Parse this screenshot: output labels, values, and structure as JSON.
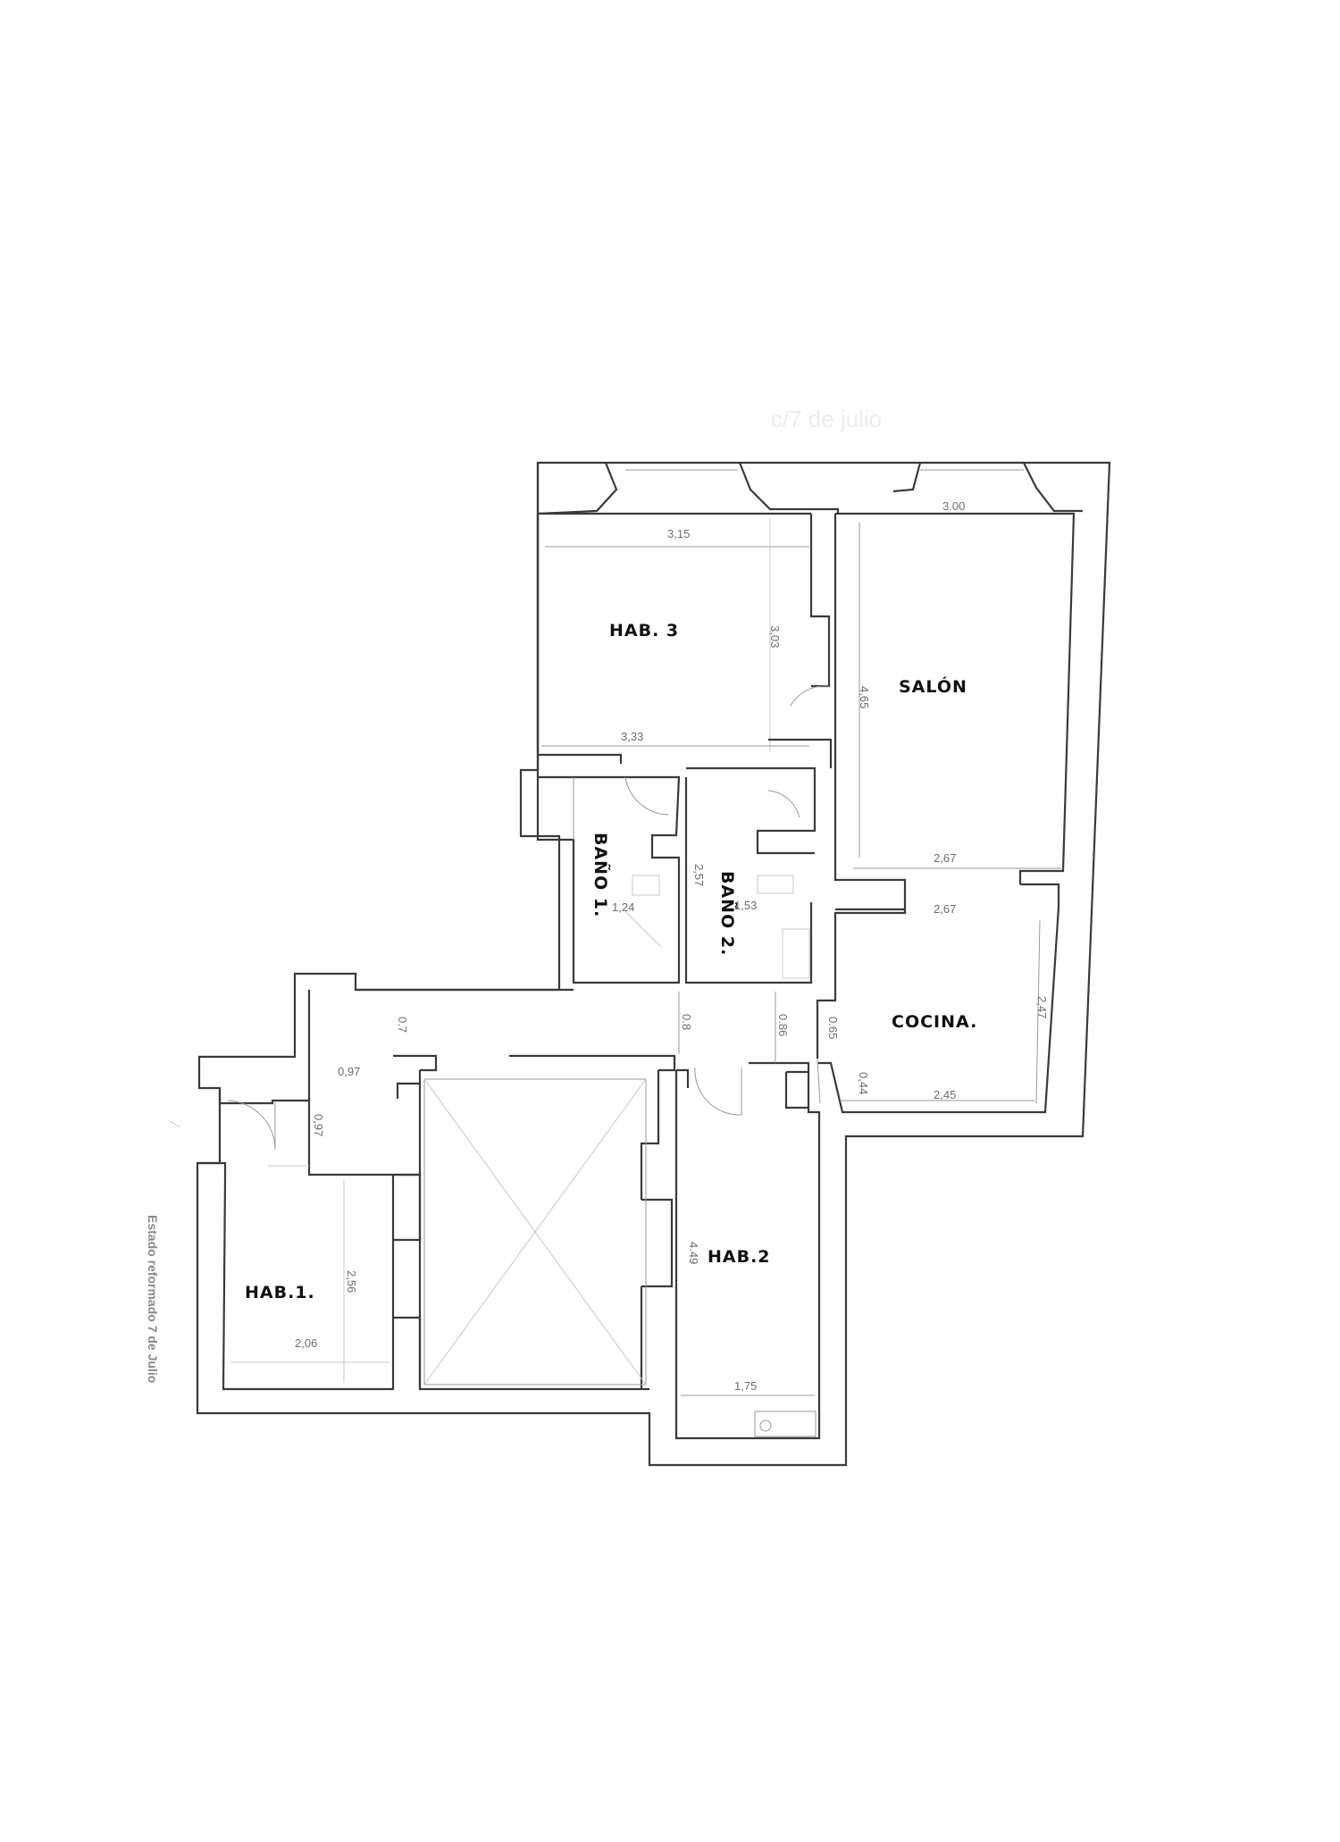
{
  "street_label": "c/7 de julio",
  "side_note": "Estado reformado 7 de Julio",
  "rooms": {
    "hab3": "HAB. 3",
    "salon": "SALÓN",
    "bano1": "BAÑO 1.",
    "bano2": "BAÑO 2.",
    "cocina": "COCINA.",
    "hab1": "HAB.1.",
    "hab2": "HAB.2"
  },
  "dimensions": {
    "hab3_top": "3,15",
    "hab3_side": "3,03",
    "hab3_bottom": "3,33",
    "salon_top": "3.00",
    "salon_side": "4,65",
    "salon_bottom": "2,67",
    "cocina_top": "2,67",
    "cocina_side": "2,47",
    "cocina_bottom": "2,45",
    "cocina_door": "0,44",
    "bano1_width": "1,24",
    "bano2_side": "2,57",
    "bano2_width": "1,53",
    "hall_a": "0.7",
    "hall_b": "0.8",
    "hall_c": "0.86",
    "hall_d": "0.65",
    "entry_w": "0,97",
    "entry_h": "0,97",
    "hab1_side": "2,56",
    "hab1_bottom": "2,06",
    "hab2_side": "4.49",
    "hab2_bottom": "1,75"
  }
}
